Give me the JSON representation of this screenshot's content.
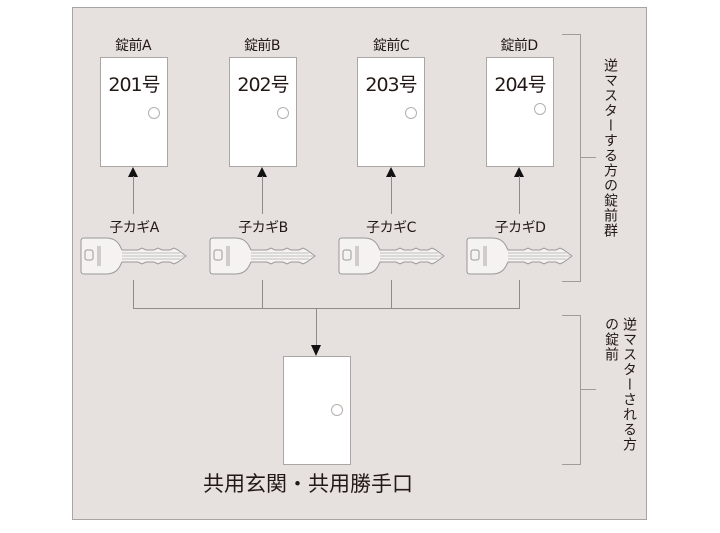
{
  "diagram": {
    "locks": [
      {
        "label": "錠前A",
        "room": "201号",
        "key_label": "子カギA"
      },
      {
        "label": "錠前B",
        "room": "202号",
        "key_label": "子カギB"
      },
      {
        "label": "錠前C",
        "room": "203号",
        "key_label": "子カギC"
      },
      {
        "label": "錠前D",
        "room": "204号",
        "key_label": "子カギD"
      }
    ],
    "group_labels": {
      "upper": "逆マスターする方の錠前群",
      "lower_line1": "逆マスターされる方",
      "lower_line2": "の錠前"
    },
    "shared_door_label": "共用玄関・共用勝手口",
    "colors": {
      "background": "#e6e1de",
      "door_fill": "#ffffff",
      "line": "#8f8b89",
      "arrow": "#111111",
      "text": "#231815"
    }
  }
}
